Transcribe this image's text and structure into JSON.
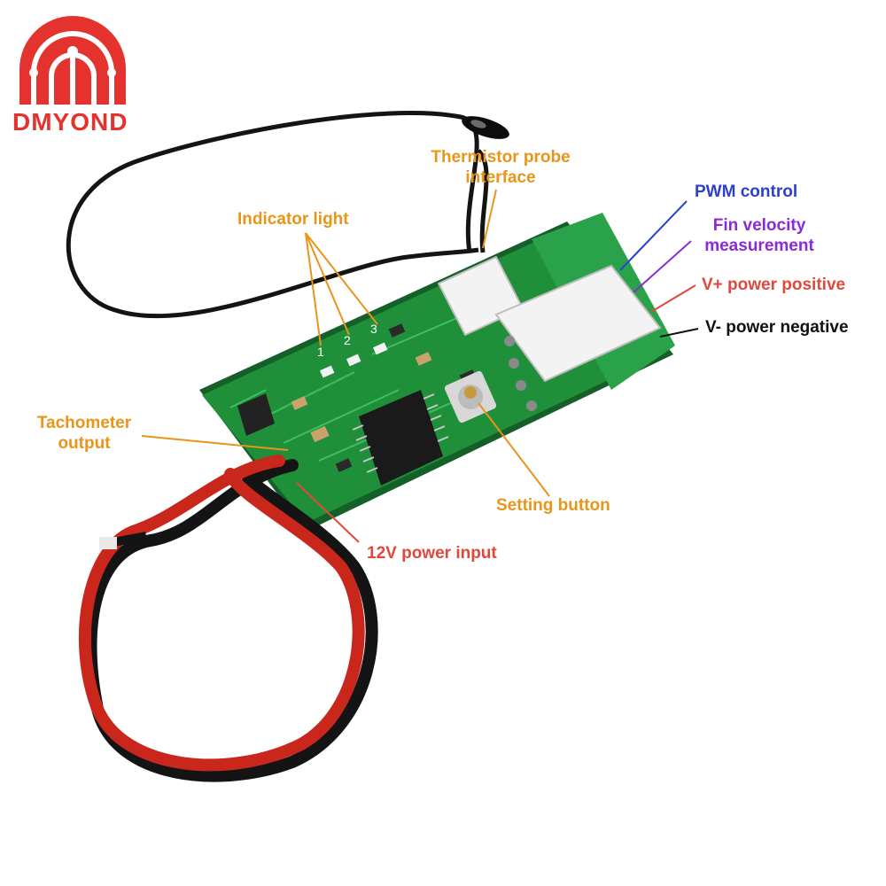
{
  "brand": {
    "name": "DMYOND",
    "logo_color": "#e4332e"
  },
  "board": {
    "silkscreen": {
      "led_1": "1",
      "led_2": "2",
      "led_3": "3"
    }
  },
  "annotations": {
    "thermistor": "Thermistor probe interface",
    "indicator": "Indicator light",
    "pwm": "PWM control",
    "fin": "Fin velocity measurement",
    "vplus": "V+ power positive",
    "vminus": "V- power negative",
    "tach": "Tachometer output",
    "setting": "Setting button",
    "power_input": "12V power input"
  },
  "colors": {
    "orange": "#e8951a",
    "blue": "#2b3fd0",
    "purple": "#8a2bd6",
    "red": "#e0483a",
    "black": "#111111",
    "pcb_green": "#1f8f3a"
  }
}
